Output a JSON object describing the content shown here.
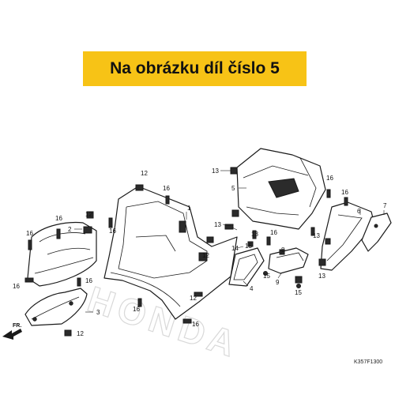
{
  "banner": {
    "text": "Na obrázku díl číslo 5"
  },
  "diagram_code": "K357F1300",
  "direction_label": "FR.",
  "watermark": "HONDA",
  "callouts": [
    {
      "id": "c1",
      "text": "1"
    },
    {
      "id": "c2",
      "text": "2"
    },
    {
      "id": "c3",
      "text": "3"
    },
    {
      "id": "c4",
      "text": "4"
    },
    {
      "id": "c5",
      "text": "5"
    },
    {
      "id": "c6",
      "text": "6"
    },
    {
      "id": "c7",
      "text": "7"
    },
    {
      "id": "c8",
      "text": "8"
    },
    {
      "id": "c9",
      "text": "9"
    },
    {
      "id": "c12a",
      "text": "12"
    },
    {
      "id": "c12b",
      "text": "12"
    },
    {
      "id": "c12c",
      "text": "12"
    },
    {
      "id": "c12d",
      "text": "12"
    },
    {
      "id": "c12e",
      "text": "12"
    },
    {
      "id": "c13a",
      "text": "13"
    },
    {
      "id": "c13b",
      "text": "13"
    },
    {
      "id": "c13c",
      "text": "13"
    },
    {
      "id": "c13d",
      "text": "13"
    },
    {
      "id": "c13e",
      "text": "13"
    },
    {
      "id": "c14",
      "text": "14"
    },
    {
      "id": "c15a",
      "text": "15"
    },
    {
      "id": "c15b",
      "text": "15"
    },
    {
      "id": "c15c",
      "text": "15"
    },
    {
      "id": "c16a",
      "text": "16"
    },
    {
      "id": "c16b",
      "text": "16"
    },
    {
      "id": "c16c",
      "text": "16"
    },
    {
      "id": "c16d",
      "text": "16"
    },
    {
      "id": "c16e",
      "text": "16"
    },
    {
      "id": "c16f",
      "text": "16"
    },
    {
      "id": "c16g",
      "text": "16"
    },
    {
      "id": "c16h",
      "text": "16"
    },
    {
      "id": "c16i",
      "text": "16"
    },
    {
      "id": "c16j",
      "text": "16"
    },
    {
      "id": "c16k",
      "text": "16"
    }
  ]
}
